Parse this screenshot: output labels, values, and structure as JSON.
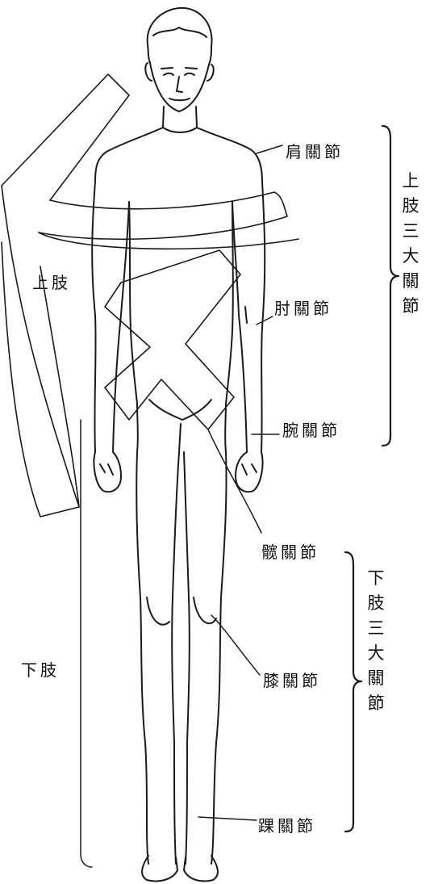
{
  "upper_joints": {
    "shoulder": "肩關節",
    "elbow": "肘關節",
    "wrist": "腕關節",
    "group_title": [
      "上",
      "肢",
      "三",
      "大",
      "關",
      "節"
    ]
  },
  "lower_joints": {
    "hip": "髋關節",
    "knee": "膝關節",
    "ankle": "踝關節",
    "group_title": [
      "下",
      "肢",
      "三",
      "大",
      "關",
      "節"
    ]
  },
  "region_labels": {
    "upper_limb": "上肢",
    "lower_limb": "下肢"
  },
  "colors": {
    "line": "#1a1a1a",
    "background": "#ffffff"
  }
}
